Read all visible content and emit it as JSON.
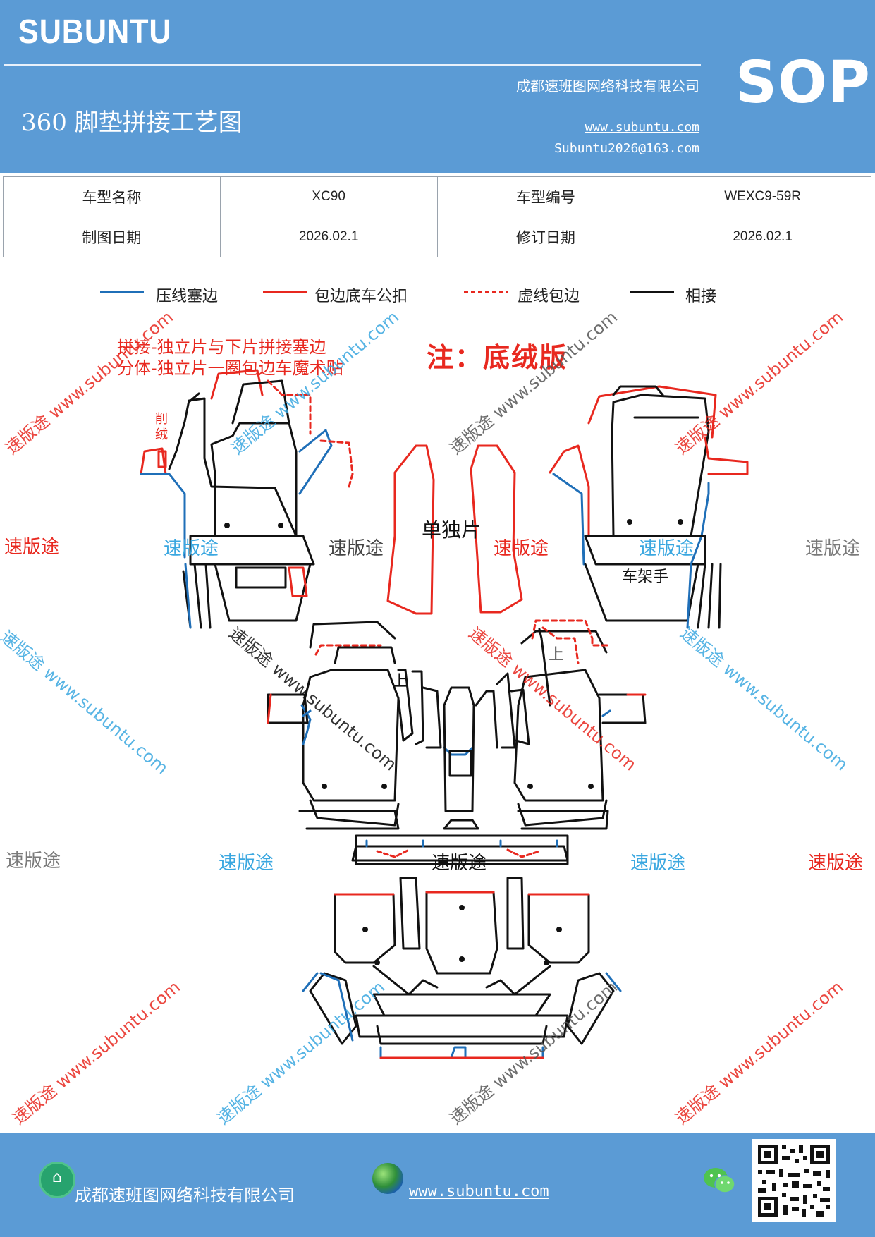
{
  "header": {
    "brand": "SUBUNTU",
    "company": "成都速班图网络科技有限公司",
    "badge": "SOP",
    "title": "360 脚垫拼接工艺图",
    "website": "www.subuntu.com",
    "email": "Subuntu2026@163.com"
  },
  "info_table": {
    "rows": [
      {
        "label1": "车型名称",
        "value1": "XC90",
        "label2": "车型编号",
        "value2": "WEXC9-59R"
      },
      {
        "label1": "制图日期",
        "value1": "2026.02.1",
        "label2": "修订日期",
        "value2": "2026.02.1"
      }
    ]
  },
  "legend": [
    {
      "label": "压线塞边",
      "color": "#1f6fb8",
      "style": "solid"
    },
    {
      "label": "包边底车公扣",
      "color": "#e8281f",
      "style": "solid"
    },
    {
      "label": "虚线包边",
      "color": "#e8281f",
      "style": "dashed"
    },
    {
      "label": "相接",
      "color": "#111111",
      "style": "solid"
    }
  ],
  "notes": {
    "line1": "拼接-独立片与下片拼接塞边",
    "line2": "分体-独立片一圈包边车魔术贴",
    "emphasis": "注：底绒版"
  },
  "diagram_labels": {
    "trim_label": "削绒",
    "single_piece": "单独片",
    "seat_rail": "车架手",
    "mark_1": "上",
    "mark_2": "上"
  },
  "watermarks": {
    "brand_cn": "速版途",
    "rotated_text": "速版途 www.subuntu.com"
  },
  "footer": {
    "company": "成都速班图网络科技有限公司",
    "website": "www.subuntu.com"
  },
  "colors": {
    "header_bg": "#5b9bd5",
    "press_line": "#1f6fb8",
    "edge_wrap": "#e8281f",
    "joint": "#111111",
    "watermark_red": "#e8281f",
    "watermark_blue": "#3aa7e0",
    "watermark_gray": "#7a7a7a"
  },
  "icons": [
    "house-icon",
    "globe-icon",
    "wechat-icon",
    "qr-code"
  ]
}
